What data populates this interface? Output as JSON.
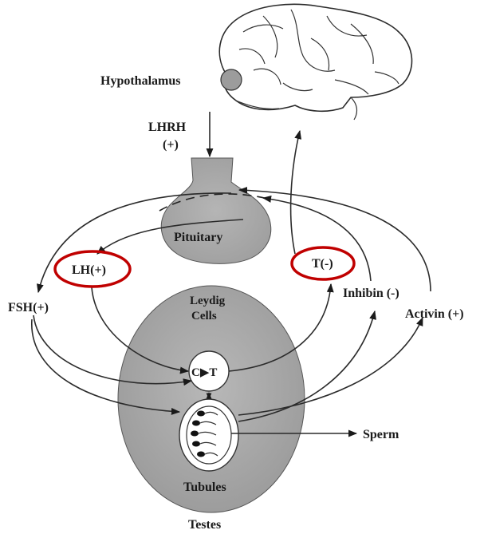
{
  "labels": {
    "hypothalamus": "Hypothalamus",
    "lhrh": "LHRH",
    "lhrh_sign": "(+)",
    "pituitary": "Pituitary",
    "lh": "LH(+)",
    "t": "T(-)",
    "inhibin": "Inhibin (-)",
    "fsh": "FSH(+)",
    "activin": "Activin (+)",
    "leydig_line1": "Leydig",
    "leydig_line2": "Cells",
    "conversion": "C▶T",
    "sperm": "Sperm",
    "tubules": "Tubules",
    "testes": "Testes"
  },
  "colors": {
    "highlight_ring": "#c00000",
    "organ_fill": "#a9a9a9",
    "line": "#2b2b2b"
  }
}
